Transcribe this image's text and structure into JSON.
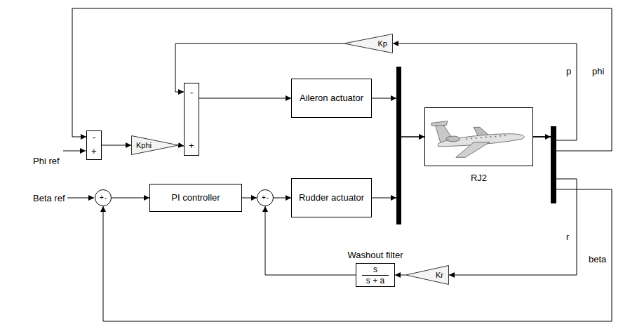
{
  "diagram": {
    "nodes": [
      {
        "text": [
          "-",
          "+"
        ]
      },
      {
        "text": [
          "Kphi"
        ]
      },
      {
        "text": [
          "Kp"
        ]
      },
      {
        "text": [
          "-",
          "+"
        ]
      },
      {
        "text": [
          "Aileron actuator"
        ]
      },
      {
        "text": [
          "RJ2"
        ]
      },
      {
        "text": [
          "+",
          "-"
        ]
      },
      {
        "text": [
          "PI controller"
        ]
      },
      {
        "text": [
          "+",
          "-"
        ]
      },
      {
        "text": [
          "Rudder actuator"
        ]
      },
      {
        "text": [
          "Washout filter",
          "s",
          "s + a"
        ]
      },
      {
        "text": [
          "Kr"
        ]
      }
    ],
    "edges": [
      {
        "from": 0,
        "to": 1,
        "arrow": "to"
      },
      {
        "from": 1,
        "to": 3,
        "arrow": "to"
      },
      {
        "from": 2,
        "to": 3,
        "arrow": "to"
      },
      {
        "from": 3,
        "to": 4,
        "arrow": "to"
      },
      {
        "from": 4,
        "to": 5,
        "arrow": "to"
      },
      {
        "from": 9,
        "to": 5,
        "arrow": "to"
      },
      {
        "from": 5,
        "to": 2,
        "label": "p",
        "arrow": "to"
      },
      {
        "from": 5,
        "to": 0,
        "label": "phi",
        "arrow": "to"
      },
      {
        "from": 5,
        "to": 11,
        "label": "r",
        "arrow": "to"
      },
      {
        "from": 5,
        "to": 6,
        "label": "beta",
        "arrow": "to"
      },
      {
        "from": 6,
        "to": 7,
        "arrow": "to"
      },
      {
        "from": 7,
        "to": 8,
        "arrow": "to"
      },
      {
        "from": 8,
        "to": 9,
        "arrow": "to"
      },
      {
        "from": 11,
        "to": 10,
        "arrow": "to"
      },
      {
        "from": 10,
        "to": 8,
        "arrow": "to"
      }
    ],
    "labels": [
      "Phi ref",
      "Beta ref"
    ]
  }
}
